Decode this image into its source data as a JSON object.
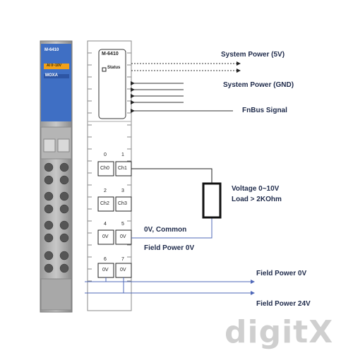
{
  "module": {
    "model": "M-6410",
    "sub_label": "AI 0~10V",
    "brand": "MOXA",
    "status_label": "Status"
  },
  "signals": {
    "system_power_5v": "System Power (5V)",
    "system_power_gnd": "System Power (GND)",
    "fnbus": "FnBus Signal"
  },
  "terminals": [
    {
      "num": "0",
      "label": "Ch0"
    },
    {
      "num": "1",
      "label": "Ch1"
    },
    {
      "num": "2",
      "label": "Ch2"
    },
    {
      "num": "3",
      "label": "Ch3"
    },
    {
      "num": "4",
      "label": "0V"
    },
    {
      "num": "5",
      "label": "0V"
    },
    {
      "num": "6",
      "label": "0V"
    },
    {
      "num": "7",
      "label": "0V"
    }
  ],
  "load": {
    "line1": "Voltage 0~10V",
    "line2": "Load > 2KOhm"
  },
  "common_label": "0V, Common",
  "field_power_0v_left": "Field Power 0V",
  "rails": {
    "field_power_0v": "Field Power 0V",
    "field_power_24v": "Field Power 24V"
  },
  "watermark": "digitX",
  "colors": {
    "module_blue": "#3f6fc4",
    "wire_blue": "#4f68b8",
    "label_navy": "#1e2a4a",
    "load_border": "#111111",
    "watermark_gray": "#c9c9c9"
  }
}
